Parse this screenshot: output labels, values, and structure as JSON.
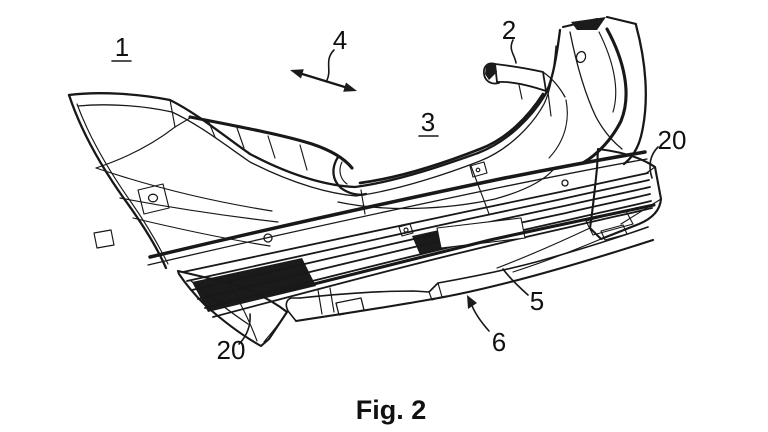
{
  "figure": {
    "caption": "Fig. 2",
    "background_color": "#ffffff",
    "line_color": "#181818",
    "labels": {
      "l1": {
        "text": "1",
        "underlined": true,
        "leader": "none"
      },
      "l2": {
        "text": "2",
        "underlined": false,
        "leader": "curved-line"
      },
      "l3": {
        "text": "3",
        "underlined": true,
        "leader": "none"
      },
      "l4": {
        "text": "4",
        "underlined": false,
        "leader": "curved-line-to-double-arrow"
      },
      "l5": {
        "text": "5",
        "underlined": false,
        "leader": "curved-line"
      },
      "l6": {
        "text": "6",
        "underlined": false,
        "leader": "curved-line-with-arrowhead"
      },
      "l20_right": {
        "text": "20",
        "underlined": false,
        "leader": "curved-line"
      },
      "l20_left": {
        "text": "20",
        "underlined": false,
        "leader": "curved-line"
      }
    }
  }
}
